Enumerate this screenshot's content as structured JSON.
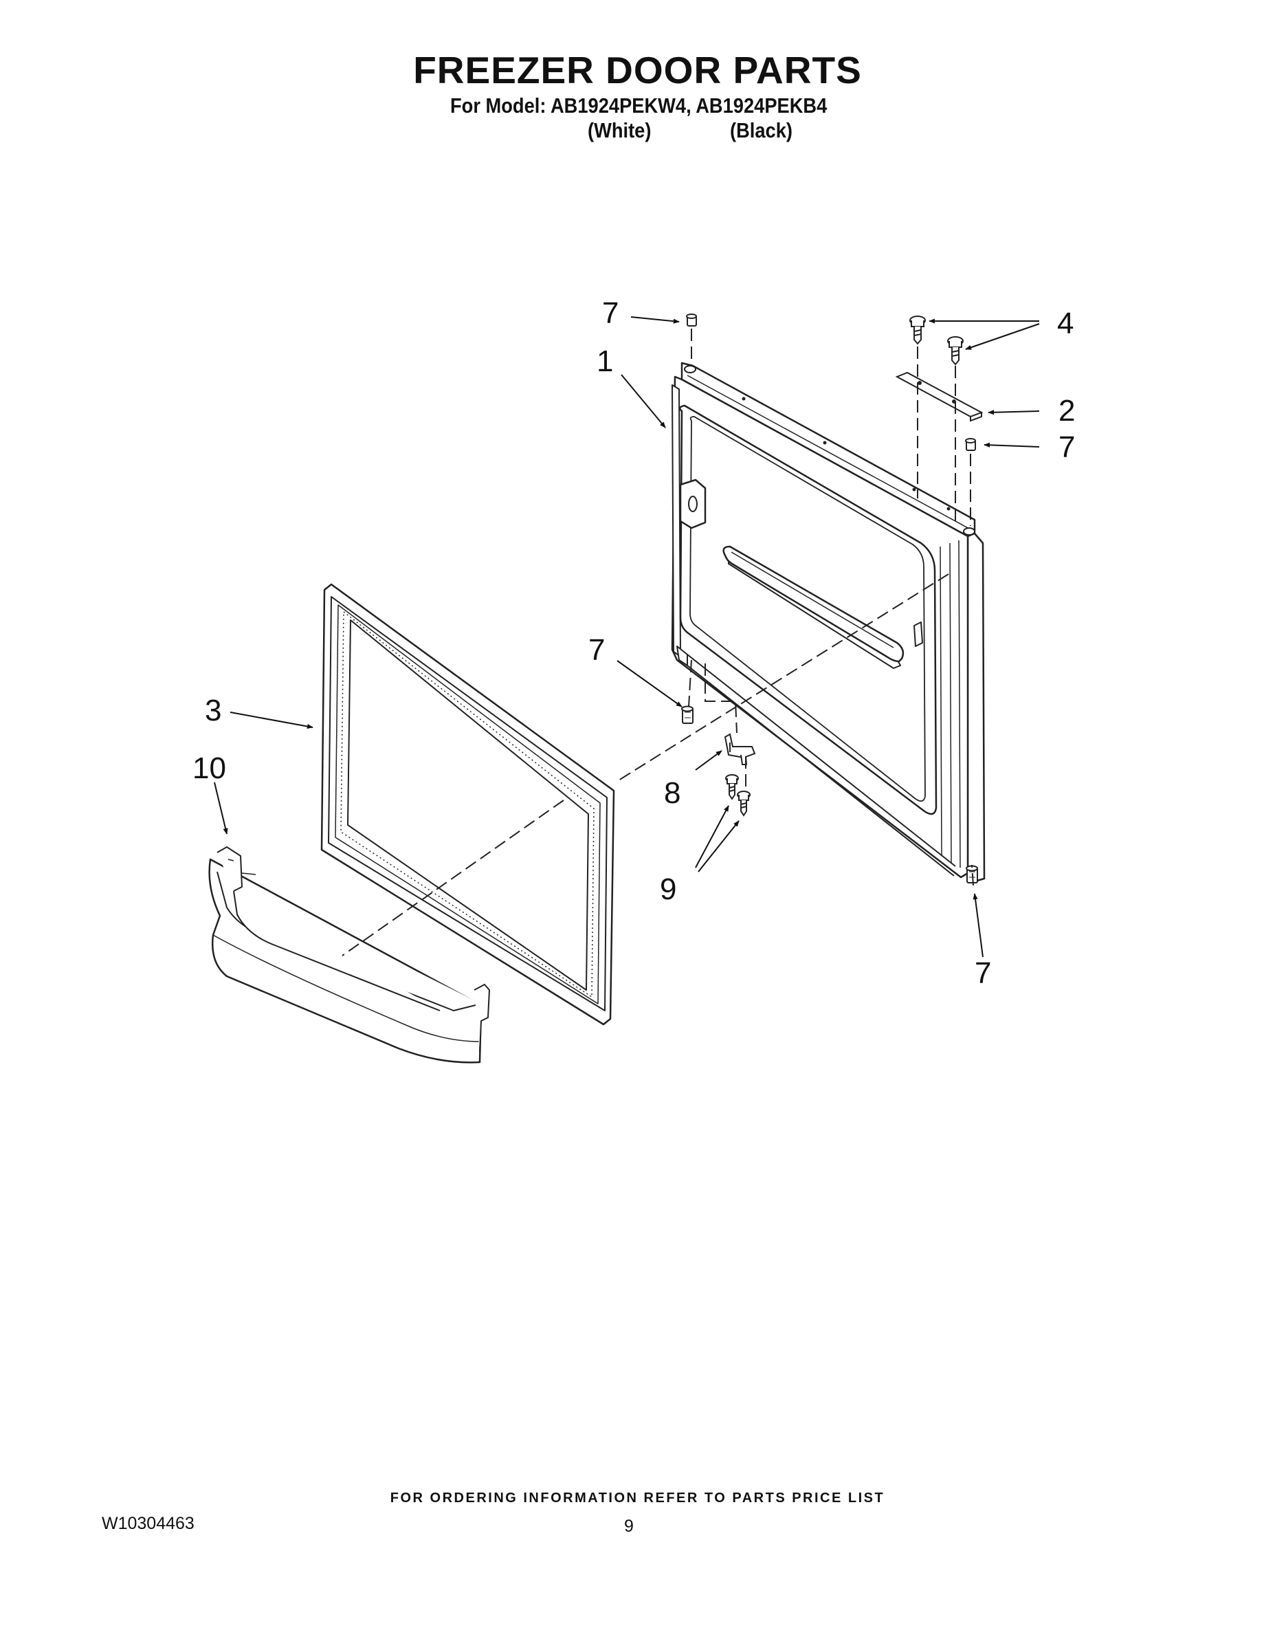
{
  "header": {
    "title": "FREEZER DOOR PARTS",
    "model_line": "For Model: AB1924PEKW4, AB1924PEKB4",
    "variant_1": "(White)",
    "variant_2": "(Black)"
  },
  "callouts": {
    "c7a": "7",
    "c1": "1",
    "c4": "4",
    "c2": "2",
    "c7b": "7",
    "c7c": "7",
    "c3": "3",
    "c10": "10",
    "c8": "8",
    "c9": "9",
    "c7d": "7"
  },
  "footer": {
    "ordering_note": "FOR ORDERING INFORMATION REFER TO PARTS PRICE LIST",
    "document_number": "W10304463",
    "page_number": "9"
  }
}
